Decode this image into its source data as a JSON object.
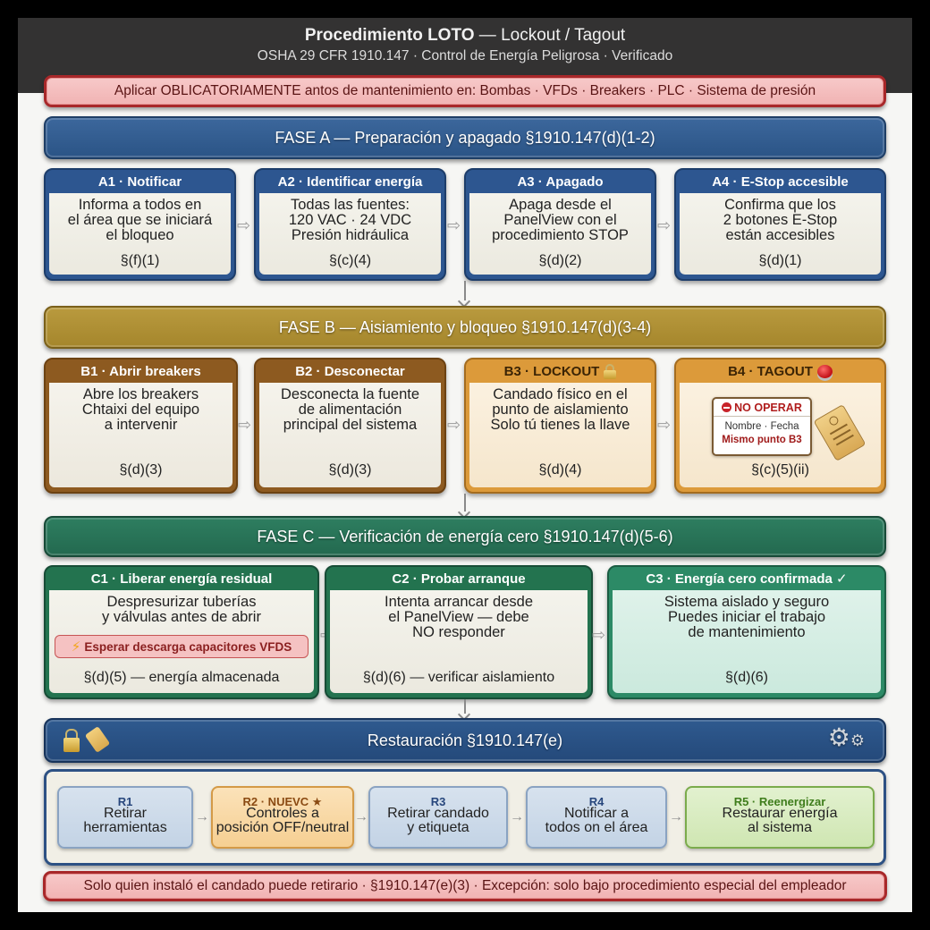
{
  "header": {
    "title_bold": "Procedimiento LOTO",
    "title_rest": " — Lockout / Tagout",
    "subtitle": "OSHA 29 CFR 1910.147 · Control de Energía Peligrosa · Verificado"
  },
  "top_warning": "Aplicar OBLICATORIAMENTE antos de mantenimiento en: Bombas · VFDs · Breakers · PLC · Sistema de presión",
  "phase_a": {
    "title": "FASE A — Preparación y apagado §1910.147(d)(1-2)",
    "steps": [
      {
        "id": "A1 · Notificar",
        "text": "Informa a todos en\nel área que se iniciará\nel bloqueo",
        "ref": "§(f)(1)"
      },
      {
        "id": "A2 · Identificar energía",
        "text": "Todas las fuentes:\n120 VAC · 24 VDC\nPresión hidráulica",
        "ref": "§(c)(4)"
      },
      {
        "id": "A3 · Apagado",
        "text": "Apaga desde el\nPanelView con el\nprocedimiento STOP",
        "ref": "§(d)(2)"
      },
      {
        "id": "A4 · E-Stop accesible",
        "text": "Confirma que los\n2 botones E-Stop\nestán accesibles",
        "ref": "§(d)(1)"
      }
    ]
  },
  "phase_b": {
    "title": "FASE B — Aisiamiento y bloqueo §1910.147(d)(3-4)",
    "steps": [
      {
        "id": "B1 · Abrir breakers",
        "text": "Abre los breakers\nChtaixi del equipo\na intervenir",
        "ref": "§(d)(3)"
      },
      {
        "id": "B2 · Desconectar",
        "text": "Desconecta la fuente\nde alimentación\nprincipal del sistema",
        "ref": "§(d)(3)"
      },
      {
        "id": "B3 · LOCKOUT",
        "icon": "padlock-icon",
        "text": "Candado físico en el\npunto de aislamiento\nSolo tú tienes la llave",
        "ref": "§(d)(4)"
      },
      {
        "id": "B4 · TAGOUT",
        "icon": "red-button-icon",
        "ref": "§(c)(5)(ii)",
        "tag": {
          "warning": "NO OPERAR",
          "line2": "Nombre · Fecha",
          "line3": "Mismo punto B3"
        }
      }
    ]
  },
  "phase_c": {
    "title": "FASE C — Verificación de energía cero §1910.147(d)(5-6)",
    "steps": [
      {
        "id": "C1 · Liberar energía residual",
        "text": "Despresurizar tuberías\ny válvulas antes de abrir",
        "alert": "Esperar descarga capacitores VFDS",
        "ref": "§(d)(5) — energía almacenada"
      },
      {
        "id": "C2 · Probar arranque",
        "text": "Intenta arrancar desde\nel PanelView — debe\nNO responder",
        "ref": "§(d)(6) — verificar aislamiento"
      },
      {
        "id": "C3 · Energía cero confirmada ✓",
        "text": "Sistema aislado y seguro\nPuedes iniciar el trabajo\nde mantenimiento",
        "ref": "§(d)(6)"
      }
    ]
  },
  "restoration": {
    "title": "Restauración §1910.147(e)",
    "steps": [
      {
        "id": "R1",
        "text": "Retirar\nherramientas"
      },
      {
        "id": "R2 · NUEVC ★",
        "text": "Controles a\nposición OFF/neutral"
      },
      {
        "id": "R3",
        "text": "Retirar candado\ny etiqueta"
      },
      {
        "id": "R4",
        "text": "Notificar a\ntodos on el área"
      },
      {
        "id": "R5 · Reenergizar",
        "text": "Restaurar energía\nal sistema"
      }
    ]
  },
  "bottom_warning": "Solo quien instaló el candado puede retirario · §1910.147(e)(3) · Excepción: solo bajo procedimiento especial del empleador",
  "colors": {
    "phase_a": "#2d5690",
    "phase_b": "#a5862c",
    "phase_c": "#23694f",
    "restoration": "#24497a",
    "warning_red": "#a8282a"
  }
}
